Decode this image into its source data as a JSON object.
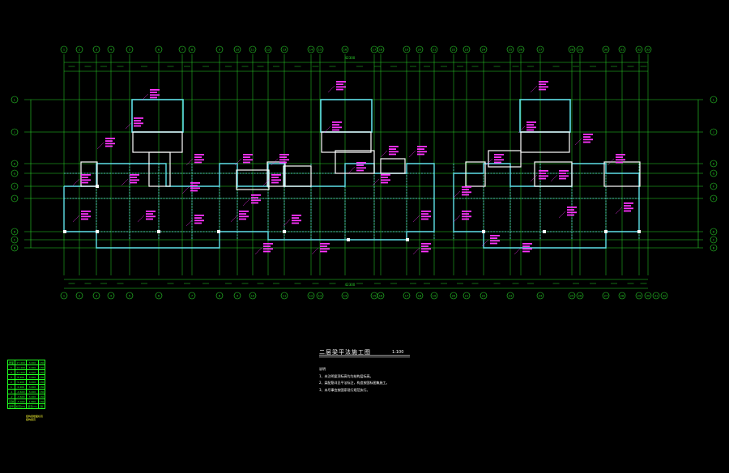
{
  "drawing": {
    "title": "二层梁平法施工图",
    "scale": "1:100",
    "notes_heading": "说明",
    "notes": [
      "1、未注明梁顶标高均为结构层标高。",
      "2、梁配筋详见平法标注，构造按国标图集施工。",
      "3、未尽事宜按国家现行规范执行。"
    ]
  },
  "axes": {
    "top_labels": [
      "1",
      "2",
      "3",
      "4",
      "5",
      "6",
      "7",
      "8",
      "9",
      "10",
      "11",
      "12",
      "13",
      "14",
      "15",
      "16",
      "17",
      "18",
      "19",
      "20",
      "21",
      "22",
      "23",
      "24",
      "25",
      "26",
      "27",
      "28",
      "29",
      "30",
      "31",
      "32",
      "33"
    ],
    "bottom_labels": [
      "1",
      "2",
      "3",
      "4",
      "5",
      "6",
      "7",
      "8",
      "9",
      "10",
      "11",
      "12",
      "13",
      "14",
      "15",
      "16",
      "17",
      "18",
      "19",
      "20",
      "21",
      "22",
      "23",
      "24",
      "25",
      "26",
      "27",
      "28",
      "29",
      "30",
      "31",
      "32"
    ],
    "row_labels": [
      "L",
      "J",
      "H",
      "G",
      "F",
      "E",
      "D",
      "C",
      "B"
    ]
  },
  "dimensions": {
    "overall_top": "42300",
    "overall_bottom": "42300"
  },
  "level_table": {
    "rows": [
      [
        "屋面",
        "17.400",
        "3.000",
        "C30"
      ],
      [
        "5",
        "14.400",
        "3.000",
        "C30"
      ],
      [
        "4",
        "11.400",
        "3.000",
        "C30"
      ],
      [
        "3",
        "8.400",
        "3.000",
        "C30"
      ],
      [
        "2",
        "5.400",
        "3.000",
        "C30"
      ],
      [
        "1",
        "2.400",
        "3.000",
        "C30"
      ],
      [
        "-1",
        "-0.600",
        "3.000",
        "C30"
      ],
      [
        "-2",
        "-3.600",
        "3.000",
        "C30"
      ],
      [
        "基础",
        "-5.400",
        "1.800",
        "C30"
      ],
      [
        "层号",
        "标高(m)",
        "层高(m)",
        "砼"
      ]
    ],
    "footer": [
      "结构层楼面标高",
      "结构层高"
    ]
  },
  "colors": {
    "axis": "#2bd62b",
    "beam": "#5fe0e8",
    "wall": "#ffffff",
    "annotation": "#ff33ff",
    "dim": "#2bd62b",
    "label": "#ffff33"
  }
}
